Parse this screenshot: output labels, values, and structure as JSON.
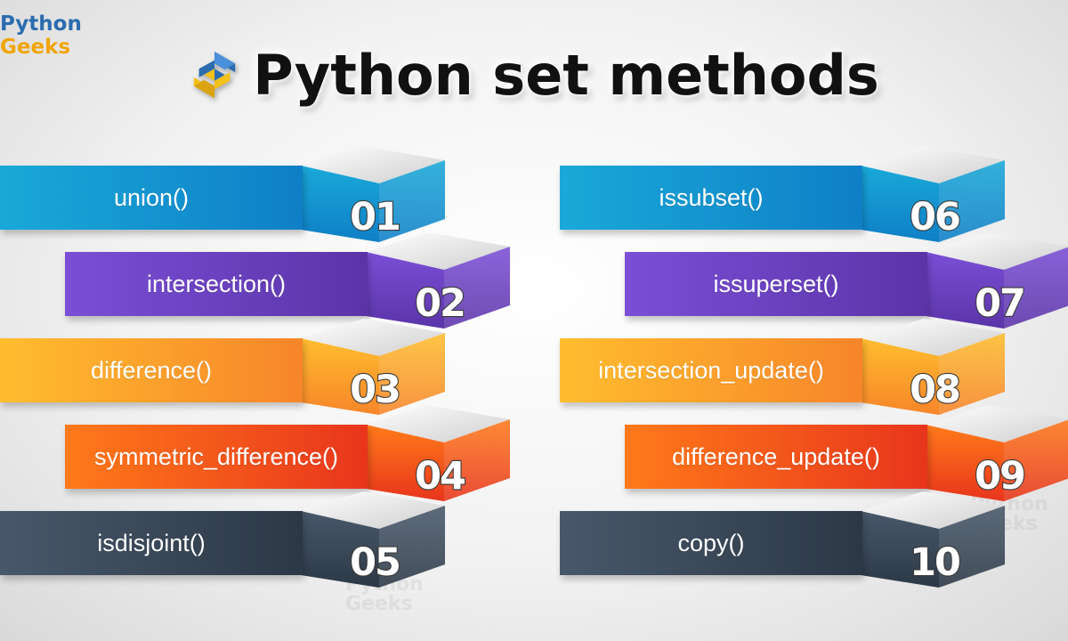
{
  "brand": {
    "line1": "Python",
    "line2": "Geeks"
  },
  "header": {
    "title": "Python set methods",
    "logo_icon": "python-geeks-logo-icon"
  },
  "watermark": {
    "line1": "Python",
    "line2": "Geeks"
  },
  "items": [
    {
      "number": "01",
      "label": "union()",
      "colors": [
        "#19a9d8",
        "#0f7fc7"
      ]
    },
    {
      "number": "02",
      "label": "intersection()",
      "colors": [
        "#7a4fd6",
        "#5b34a8"
      ]
    },
    {
      "number": "03",
      "label": "difference()",
      "colors": [
        "#ffbd2e",
        "#f7852a"
      ]
    },
    {
      "number": "04",
      "label": "symmetric_difference()",
      "colors": [
        "#ff7a1a",
        "#e8351c"
      ]
    },
    {
      "number": "05",
      "label": "isdisjoint()",
      "colors": [
        "#48586a",
        "#2c3846"
      ]
    },
    {
      "number": "06",
      "label": "issubset()",
      "colors": [
        "#19a9d8",
        "#0f7fc7"
      ]
    },
    {
      "number": "07",
      "label": "issuperset()",
      "colors": [
        "#7a4fd6",
        "#5b34a8"
      ]
    },
    {
      "number": "08",
      "label": "intersection_update()",
      "colors": [
        "#ffbd2e",
        "#f7852a"
      ]
    },
    {
      "number": "09",
      "label": "difference_update()",
      "colors": [
        "#ff7a1a",
        "#e8351c"
      ]
    },
    {
      "number": "10",
      "label": "copy()",
      "colors": [
        "#48586a",
        "#2c3846"
      ]
    }
  ]
}
